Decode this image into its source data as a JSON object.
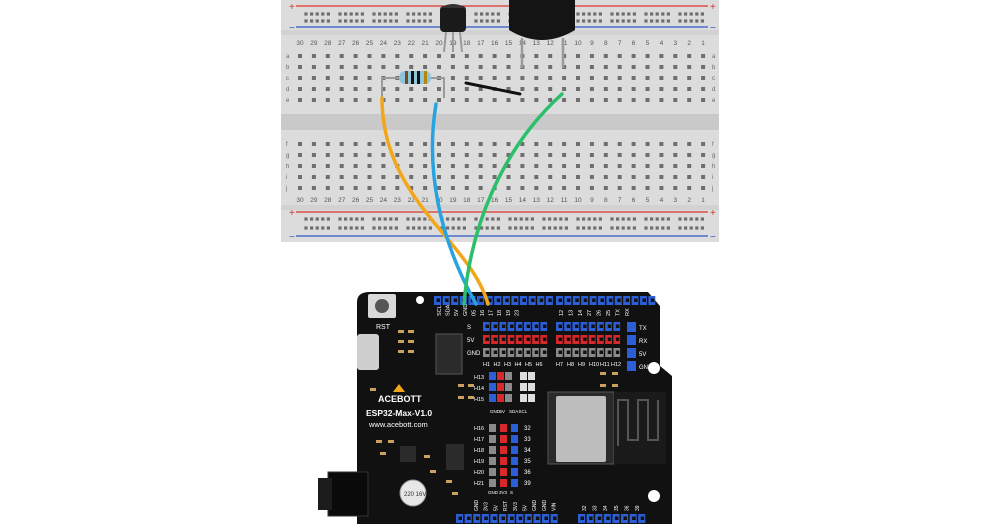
{
  "colors": {
    "breadboard": "#dcdcdc",
    "breadboard_channel": "#c8c8c8",
    "rail_red": "#d9342b",
    "rail_blue": "#2f55c4",
    "board": "#111111",
    "wire_orange": "#f2a71b",
    "wire_blue": "#29a3e0",
    "wire_green": "#2bbf6a",
    "header_blue": "#2c5fd6",
    "header_red": "#d8282c",
    "header_gray": "#8a8a8a"
  },
  "breadboard": {
    "rail_plus": "+",
    "rail_minus": "−",
    "column_numbers": [
      "30",
      "29",
      "28",
      "27",
      "26",
      "25",
      "24",
      "23",
      "22",
      "21",
      "20",
      "19",
      "18",
      "17",
      "16",
      "15",
      "14",
      "13",
      "12",
      "11",
      "10",
      "9",
      "8",
      "7",
      "6",
      "5",
      "4",
      "3",
      "2",
      "1"
    ],
    "row_letters_top": [
      "j",
      "i",
      "h",
      "g",
      "f"
    ],
    "row_letters_bottom": [
      "e",
      "d",
      "c",
      "b",
      "a"
    ]
  },
  "board": {
    "model": "ESP32-Max-V1.0",
    "brand": "ACEBOTT",
    "website": "www.acebott.com",
    "reset_label": "RST",
    "capacitor_label": "220 16V",
    "top_left_header": [
      "SCL",
      "SDA",
      "5V",
      "GND",
      "05",
      "16",
      "17",
      "18",
      "19",
      "23"
    ],
    "top_right_header": [
      "12",
      "13",
      "14",
      "27",
      "26",
      "25",
      "TX",
      "RX"
    ],
    "row_s_label": "S",
    "row_5v_label": "5V",
    "row_gnd_label": "GND",
    "h_labels_left": [
      "H1",
      "H2",
      "H3",
      "H4",
      "H5",
      "H6"
    ],
    "h_labels_right": [
      "H7",
      "H8",
      "H9",
      "H10",
      "H11",
      "H12"
    ],
    "side_labels": [
      "TX",
      "RX",
      "5V",
      "GND"
    ],
    "left_h_labels": [
      "H13",
      "H14",
      "H15"
    ],
    "bottom_h_labels": [
      "H16",
      "H17",
      "H18",
      "H19",
      "H20",
      "H21"
    ],
    "pin_numbers": [
      "32",
      "33",
      "34",
      "35",
      "36",
      "39"
    ],
    "small_labels": [
      "GND",
      "5V",
      "SDA",
      "SCL"
    ],
    "bottom_header_left": [
      "GND",
      "3V3",
      "5V",
      "RST",
      "3V3",
      "5V",
      "GND",
      "GND",
      "VIN"
    ],
    "bottom_header_right": [
      "32",
      "33",
      "34",
      "35",
      "36",
      "39"
    ],
    "small_col_labels": [
      "GND",
      "3V3",
      "S"
    ]
  }
}
